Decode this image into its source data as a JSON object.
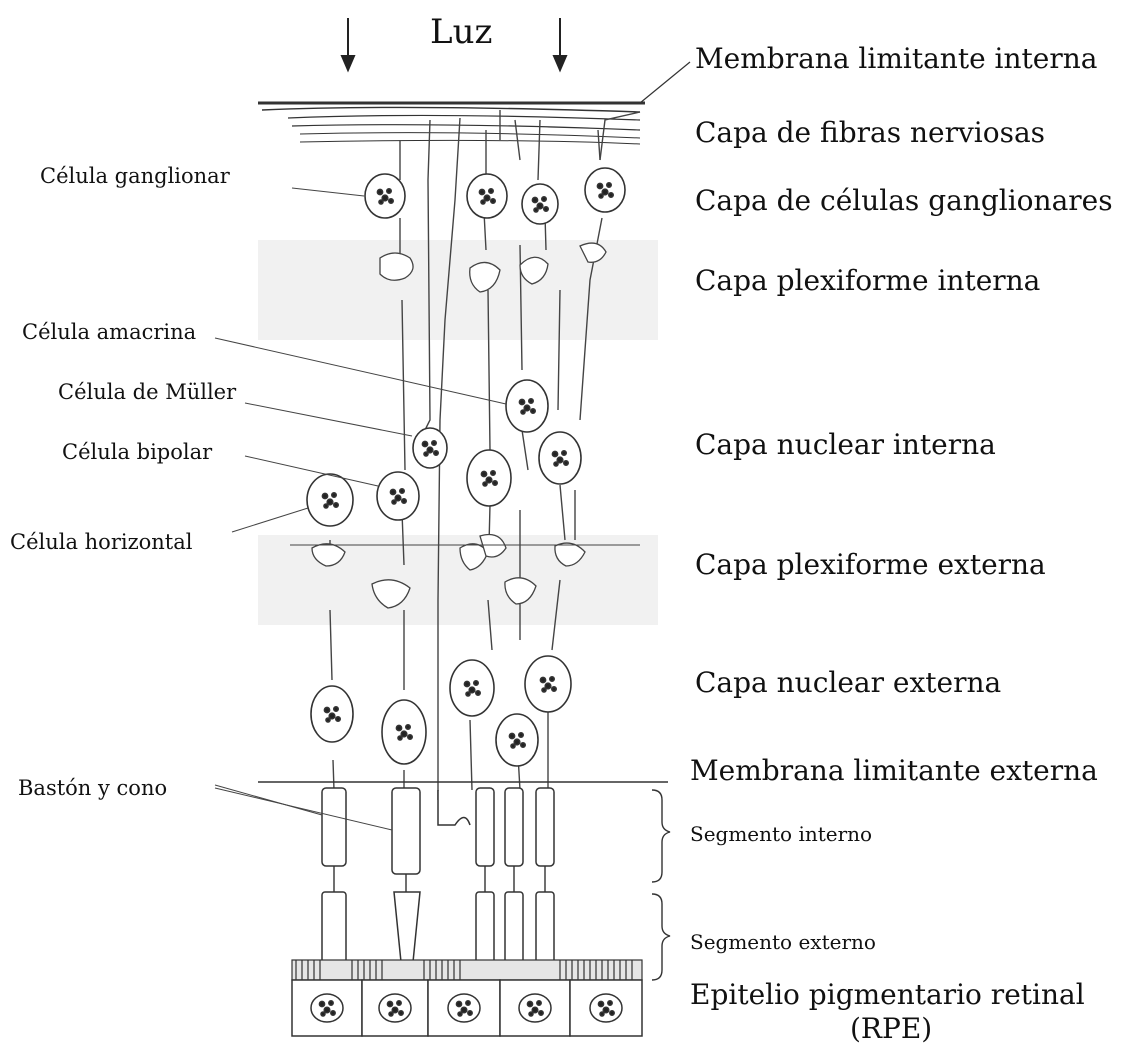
{
  "title": "Luz",
  "left_labels": {
    "ganglion_cell": "Célula ganglionar",
    "amacrine_cell": "Célula amacrina",
    "muller_cell": "Célula de Müller",
    "bipolar_cell": "Célula bipolar",
    "horizontal_cell": "Célula horizontal",
    "rod_and_cone": "Bastón y cono"
  },
  "right_labels": {
    "inner_limiting_membrane": "Membrana limitante interna",
    "nerve_fiber_layer": "Capa de fibras nerviosas",
    "ganglion_cell_layer": "Capa de células ganglionares",
    "inner_plexiform_layer": "Capa plexiforme interna",
    "inner_nuclear_layer": "Capa nuclear interna",
    "outer_plexiform_layer": "Capa plexiforme externa",
    "outer_nuclear_layer": "Capa nuclear externa",
    "outer_limiting_membrane": "Membrana limitante externa",
    "inner_segment": "Segmento interno",
    "outer_segment": "Segmento externo",
    "rpe_line1": "Epitelio pigmentario retinal",
    "rpe_line2": "(RPE)"
  },
  "colors": {
    "ink": "#222222",
    "band": "#f0f0f0",
    "background": "#ffffff"
  }
}
